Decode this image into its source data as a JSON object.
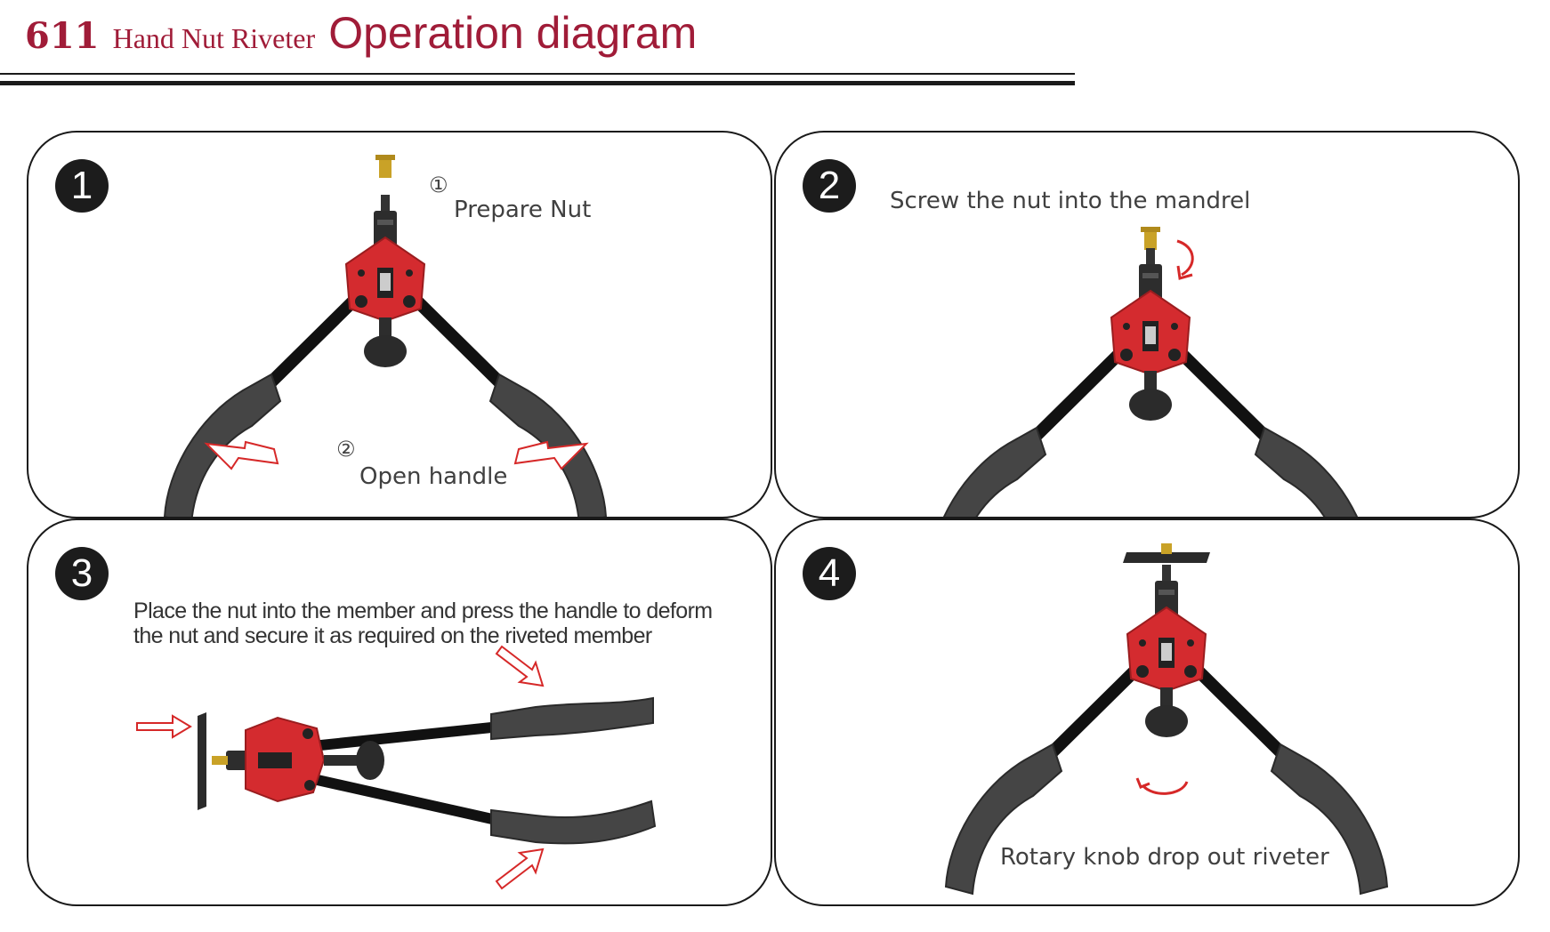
{
  "header": {
    "model": "611",
    "product": "Hand Nut Riveter",
    "title": "Operation diagram"
  },
  "colors": {
    "accent": "#a01c38",
    "tool_head": "#d42b2f",
    "handle": "#454545",
    "arrow": "#d62828",
    "nut": "#c9a227"
  },
  "panels": [
    {
      "number": "1",
      "sub1": "①",
      "step1": "Prepare Nut",
      "sub2": "②",
      "step2": "Open handle"
    },
    {
      "number": "2",
      "caption": "Screw the nut into the mandrel"
    },
    {
      "number": "3",
      "caption_line1": "Place the nut into the member and press the handle to deform",
      "caption_line2": "the nut and secure it as required on the riveted member"
    },
    {
      "number": "4",
      "caption": "Rotary knob drop out riveter"
    }
  ]
}
